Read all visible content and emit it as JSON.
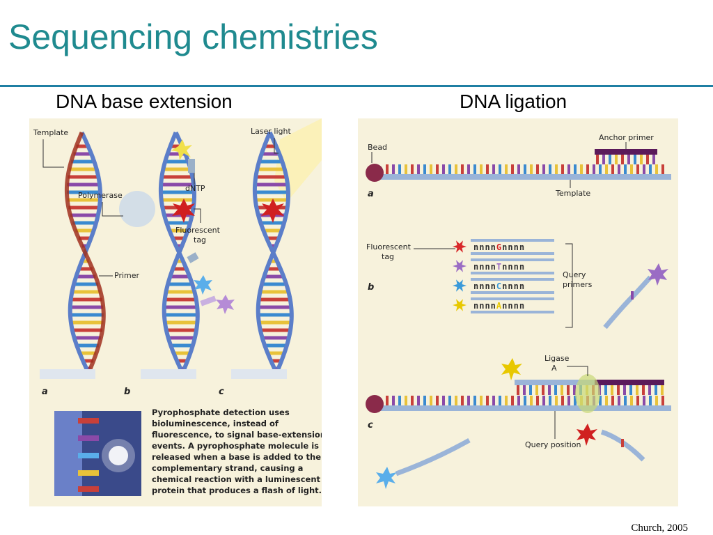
{
  "slide": {
    "title": "Sequencing chemistries",
    "left_heading": "DNA base extension",
    "right_heading": "DNA ligation",
    "credit": "Church, 2005"
  },
  "extension_panel": {
    "labels": {
      "template": "Template",
      "laser_light": "Laser light",
      "dntp": "dNTP",
      "polymerase": "Polymerase",
      "fluorescent_tag_1": "Fluorescent",
      "fluorescent_tag_2": "tag",
      "primer": "Primer",
      "step_a": "a",
      "step_b": "b",
      "step_c": "c"
    },
    "caption_lines": [
      "Pyrophosphate detection uses",
      "bioluminescence, instead of",
      "fluorescence, to signal base-extension",
      "events. A pyrophosphate molecule is",
      "released when a base is added to the",
      "complementary strand, causing a",
      "chemical reaction with a luminescent",
      "protein that produces a flash of light."
    ]
  },
  "ligation_panel": {
    "labels": {
      "bead": "Bead",
      "anchor_primer": "Anchor primer",
      "template": "Template",
      "fluorescent_tag_1": "Fluorescent",
      "fluorescent_tag_2": "tag",
      "query_primers_1": "Query",
      "query_primers_2": "primers",
      "ligase": "Ligase",
      "query_position": "Query position",
      "step_a": "a",
      "step_b": "b",
      "step_c": "c"
    },
    "query_sequences": [
      {
        "pre": "nnnn",
        "base": "G",
        "post": "nnnn",
        "tag_color": "#d8282a"
      },
      {
        "pre": "nnnn",
        "base": "T",
        "post": "nnnn",
        "tag_color": "#9a6cc4"
      },
      {
        "pre": "nnnn",
        "base": "C",
        "post": "nnnn",
        "tag_color": "#3a9ad9"
      },
      {
        "pre": "nnnn",
        "base": "A",
        "post": "nnnn",
        "tag_color": "#e8c800"
      }
    ],
    "query_position_base": "A"
  },
  "colors": {
    "title": "#1f8a8f",
    "rule": "#1f7fa3",
    "panel_bg": "#f7f2dc",
    "backbone_blue": "#5b7ec9",
    "primer_red": "#a0301e",
    "bead": "#8a2a4a",
    "base_red": "#c8403a",
    "base_purple": "#8a4aa8",
    "base_blue": "#3a8ad0",
    "base_yellow": "#e8c23a"
  }
}
